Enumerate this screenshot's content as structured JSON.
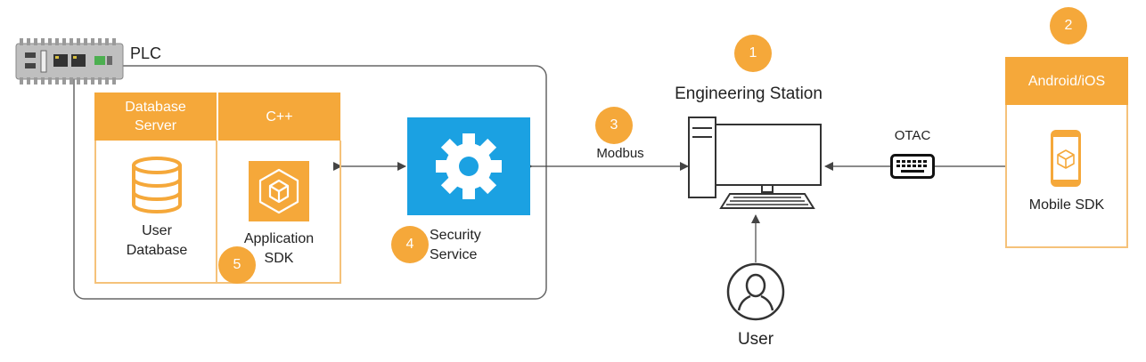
{
  "plc": {
    "label": "PLC"
  },
  "database_server": {
    "header": "Database\nServer",
    "content": "User\nDatabase"
  },
  "cpp": {
    "header": "C++",
    "content": "Application\nSDK"
  },
  "security": {
    "label": "Security\nService"
  },
  "modbus": {
    "label": "Modbus"
  },
  "engineering": {
    "label": "Engineering Station"
  },
  "otac": {
    "label": "OTAC"
  },
  "mobile": {
    "header": "Android/iOS",
    "content": "Mobile SDK"
  },
  "user": {
    "label": "User"
  },
  "badges": [
    "1",
    "2",
    "3",
    "4",
    "5"
  ],
  "colors": {
    "accent": "#F5A83A",
    "security_blue": "#1BA1E2",
    "line": "#555555"
  },
  "icons": [
    "plc-device-icon",
    "database-icon",
    "sdk-cube-icon",
    "gear-icon",
    "computer-icon",
    "keyboard-icon",
    "mobile-phone-icon",
    "user-icon"
  ]
}
